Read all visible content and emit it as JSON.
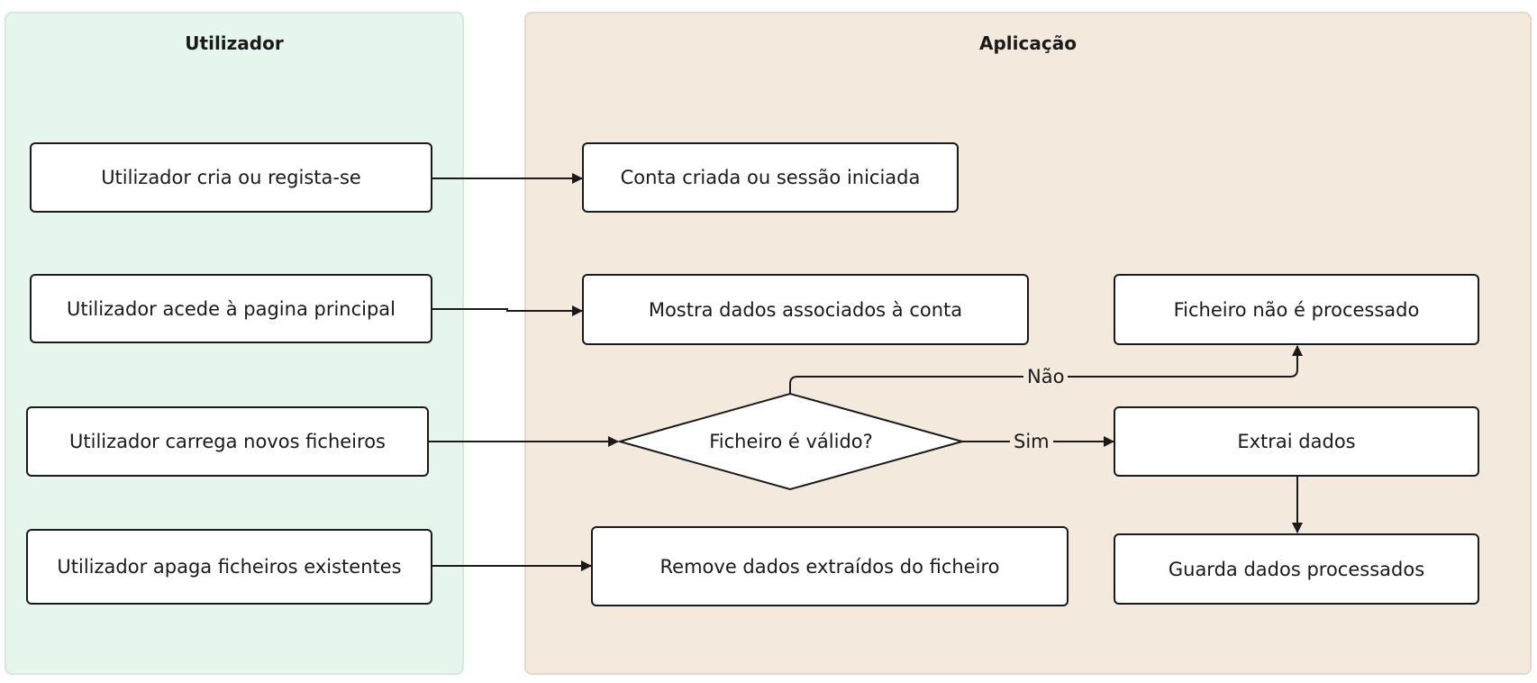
{
  "lanes": {
    "user": {
      "title": "Utilizador"
    },
    "app": {
      "title": "Aplicação"
    }
  },
  "user_steps": {
    "create": "Utilizador cria ou  regista-se",
    "home": "Utilizador acede à pagina principal",
    "upload": "Utilizador carrega novos ficheiros",
    "delete": "Utilizador apaga ficheiros existentes"
  },
  "app_steps": {
    "account": "Conta criada ou sessão iniciada",
    "show_data": "Mostra dados associados à conta",
    "decision": "Ficheiro é válido?",
    "not_processed": "Ficheiro não é processado",
    "extract": "Extrai dados",
    "save": "Guarda dados processados",
    "remove": "Remove dados extraídos do ficheiro"
  },
  "edge_labels": {
    "no": "Não",
    "yes": "Sim"
  },
  "colors": {
    "user_lane": "#e6f6ec",
    "app_lane": "#f4e9dd",
    "stroke": "#1a1a1a"
  }
}
